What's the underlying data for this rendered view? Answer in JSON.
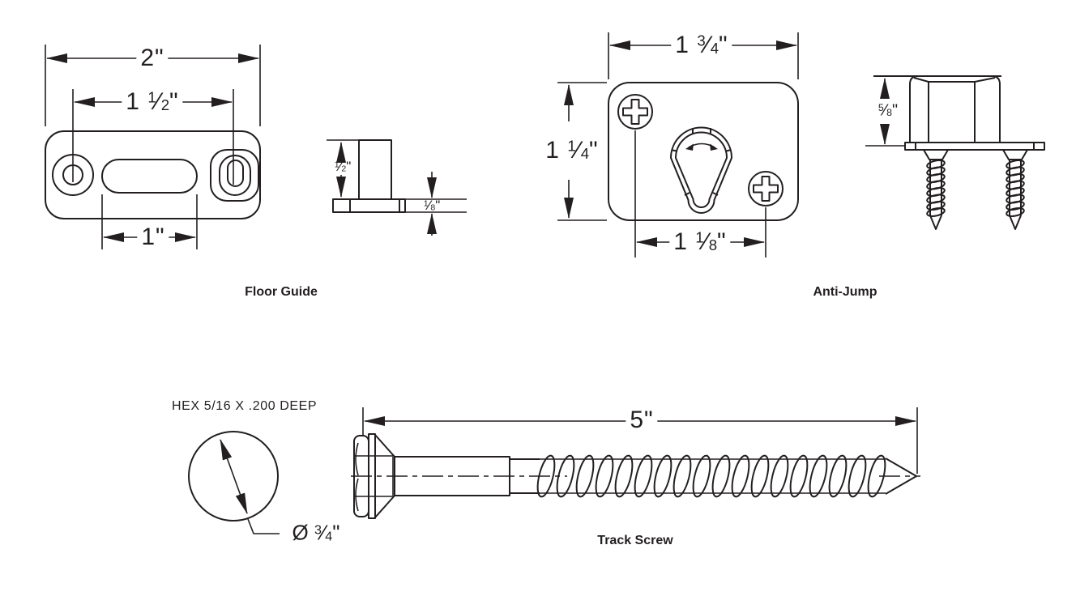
{
  "colors": {
    "background": "#ffffff",
    "line": "#231f20"
  },
  "floor_guide": {
    "label": "Floor Guide",
    "overall_width": "2\"",
    "hole_spacing": "1 1/2\"",
    "slot_width": "1\"",
    "post_height": "1/2\"",
    "base_thickness": "1/8\""
  },
  "anti_jump": {
    "label": "Anti-Jump",
    "overall_width": "1 3/4\"",
    "overall_height": "1 1/4\"",
    "screw_spacing": "1 1/8\"",
    "side_height": "5/8\""
  },
  "track_screw": {
    "label": "Track Screw",
    "hex_socket_note": "HEX 5/16 X .200 DEEP",
    "head_diameter": "Ø 3/4\"",
    "length": "5\""
  }
}
